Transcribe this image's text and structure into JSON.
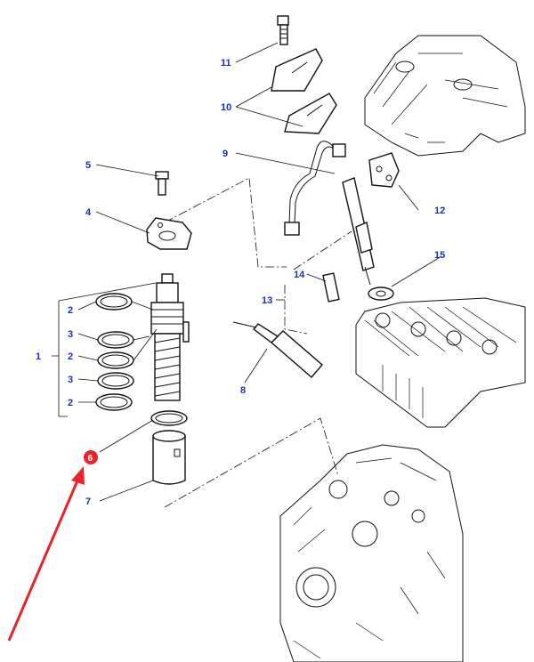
{
  "callouts": {
    "c1": "1",
    "c2a": "2",
    "c2b": "2",
    "c2c": "2",
    "c3a": "3",
    "c3b": "3",
    "c4": "4",
    "c5": "5",
    "c6": "6",
    "c7": "7",
    "c8": "8",
    "c9": "9",
    "c10": "10",
    "c11": "11",
    "c12": "12",
    "c13": "13",
    "c14": "14",
    "c15": "15"
  },
  "colors": {
    "callout_text": "#1a2fb5",
    "highlight_badge": "#e8242b",
    "arrow": "#e8242b",
    "linework": "#111111"
  },
  "highlight": {
    "part_number": "6",
    "indicator": "red-arrow"
  }
}
